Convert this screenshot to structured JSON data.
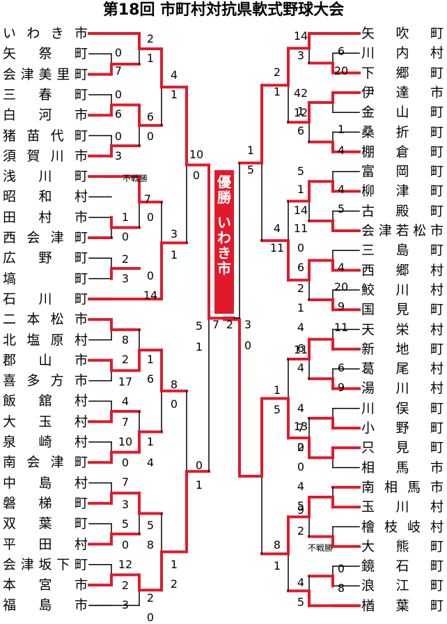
{
  "title": "第18回 市町村対抗県軟式野球大会",
  "champion_label": "優勝",
  "champion_team": "いわき市",
  "colors": {
    "win": "#e01a2b",
    "line": "#000000"
  },
  "left_teams": [
    "いわき市",
    "矢祭町",
    "会津美里町",
    "三春町",
    "白河市",
    "猪苗代町",
    "須賀川市",
    "浅川町",
    "昭和村",
    "田村市",
    "西会津町",
    "広野町",
    "塙町",
    "石川町",
    "二本松市",
    "北塩原村",
    "郡山市",
    "喜多方市",
    "飯舘村",
    "大玉村",
    "泉崎村",
    "南会津町",
    "中島村",
    "磐梯町",
    "双葉町",
    "平田村",
    "会津坂下町",
    "本宮市",
    "福島市"
  ],
  "right_teams": [
    "矢吹町",
    "川内村",
    "下郷町",
    "伊達市",
    "金山町",
    "桑折町",
    "棚倉町",
    "富岡町",
    "柳津町",
    "古殿町",
    "会津若松市",
    "三島町",
    "西郷村",
    "鮫川村",
    "国見町",
    "天栄村",
    "新地町",
    "葛尾村",
    "湯川村",
    "川俣町",
    "小野町",
    "只見町",
    "相馬市",
    "南相馬市",
    "玉川村",
    "檜枝岐村",
    "大熊町",
    "鏡石町",
    "浪江町",
    "楢葉町"
  ],
  "scores": [
    "2",
    "1",
    "0",
    "7",
    "4",
    "1",
    "0",
    "6",
    "6",
    "0",
    "0",
    "3",
    "10",
    "0",
    "7",
    "0",
    "1",
    "0",
    "3",
    "1",
    "2",
    "3",
    "0",
    "14",
    "5",
    "1",
    "7",
    "2",
    "8",
    "2",
    "1",
    "6",
    "17",
    "4",
    "8",
    "0",
    "7",
    "10",
    "1",
    "4",
    "0",
    "7",
    "0",
    "1",
    "3",
    "5",
    "5",
    "8",
    "0",
    "12",
    "1",
    "2",
    "2",
    "3",
    "2",
    "0",
    "1",
    "5",
    "14",
    "3",
    "6",
    "20",
    "2",
    "1",
    "42",
    "1",
    "12",
    "6",
    "1",
    "4",
    "5",
    "1",
    "4",
    "5",
    "14",
    "11",
    "4",
    "11",
    "0",
    "6",
    "4",
    "20",
    "2",
    "1",
    "9",
    "11",
    "3",
    "0",
    "4",
    "6",
    "11",
    "4",
    "6",
    "9",
    "1",
    "5",
    "4",
    "13",
    "7",
    "0",
    "2",
    "0",
    "4",
    "5",
    "9",
    "2",
    "8",
    "1",
    "4",
    "5",
    "0",
    "8"
  ],
  "notes": [
    "不戦勝",
    "不戦勝"
  ]
}
